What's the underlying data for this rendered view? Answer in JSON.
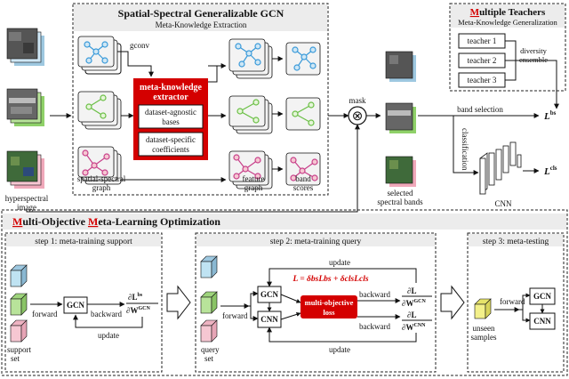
{
  "top": {
    "gcn_title": "Spatial-Spectral Generalizable GCN",
    "gcn_subtitle": "Meta-Knowledge Extraction",
    "gconv": "gconv",
    "extractor_title_1": "meta-knowledge",
    "extractor_title_2": "extractor",
    "agnostic_1": "dataset-agnostic",
    "agnostic_2": "bases",
    "specific_1": "dataset-specific",
    "specific_2": "coefficients",
    "hsi_label_1": "hyperspectral",
    "hsi_label_2": "image",
    "ssg_label_1": "spatial-spectral",
    "ssg_label_2": "graph",
    "fg_label_1": "feature",
    "fg_label_2": "graph",
    "bs_label_1": "band",
    "bs_label_2": "scores",
    "mask": "mask",
    "otimes": "⊗",
    "selected_1": "selected",
    "selected_2": "spectral bands",
    "teachers_title_rest": "ultiple Teachers",
    "teachers_title_initial": "M",
    "teachers_subtitle": "Meta-Knowledge Generalization",
    "teacher1": "teacher 1",
    "teacher2": "teacher 2",
    "teacher3": "teacher 3",
    "diversity_1": "diversity",
    "diversity_2": "ensemble",
    "band_selection": "band selection",
    "classification": "classification",
    "cnn": "CNN",
    "L_base": "L",
    "bs_sup": "bs",
    "cls_sup": "cls"
  },
  "bottom": {
    "title_M1": "M",
    "title_part1": "ulti-Objective ",
    "title_M2": "M",
    "title_part2": "eta-Learning Optimization",
    "step1": "step 1:  meta-training support",
    "step2": "step 2:  meta-training query",
    "step3": "step 3:  meta-testing",
    "forward": "forward",
    "backward": "backward",
    "update": "update",
    "gcn": "GCN",
    "cnn": "CNN",
    "support_1": "support",
    "support_2": "set",
    "query_1": "query",
    "query_2": "set",
    "unseen_1": "unseen",
    "unseen_2": "samples",
    "grad_num": "∂L",
    "grad_num_bs": "∂L",
    "grad_den_bold": "∂W",
    "gcn_sup": "GCN",
    "cnn_sup": "CNN",
    "multi_1": "multi-objective",
    "multi_2": "loss",
    "loss_eq": "L = δbsLbs + δclsLcls"
  },
  "colors": {
    "accent_red": "#d40000",
    "cube_blue": "#bfe3f2",
    "cube_green": "#b8e39a",
    "cube_pink": "#f6c7d2",
    "cube_yellow": "#f3f08a",
    "graph_blue": "#3a9ad9",
    "graph_green": "#6abf45",
    "graph_pink": "#c8408a",
    "panel_gray": "#ececec"
  }
}
